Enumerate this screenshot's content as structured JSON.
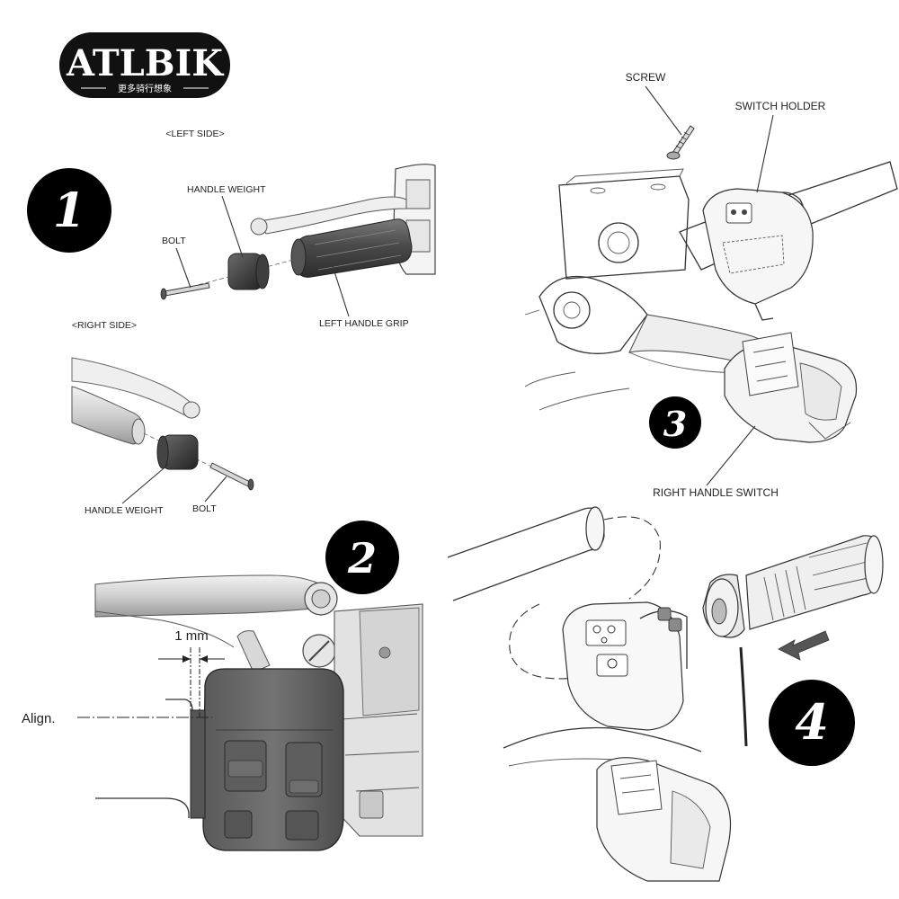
{
  "logo": {
    "brand": "ATLBIK",
    "tagline": "更多骑行想象"
  },
  "steps": [
    "1",
    "2",
    "3",
    "4"
  ],
  "panel1": {
    "left_side_heading": "<LEFT SIDE>",
    "right_side_heading": "<RIGHT SIDE>",
    "left_labels": {
      "handle_weight": "HANDLE WEIGHT",
      "bolt": "BOLT",
      "left_handle_grip": "LEFT HANDLE GRIP"
    },
    "right_labels": {
      "handle_weight": "HANDLE WEIGHT",
      "bolt": "BOLT"
    }
  },
  "panel2": {
    "gap": "1 mm",
    "align": "Align."
  },
  "panel3": {
    "screw": "SCREW",
    "switch_holder": "SWITCH HOLDER",
    "right_handle_switch": "RIGHT HANDLE SWITCH"
  }
}
